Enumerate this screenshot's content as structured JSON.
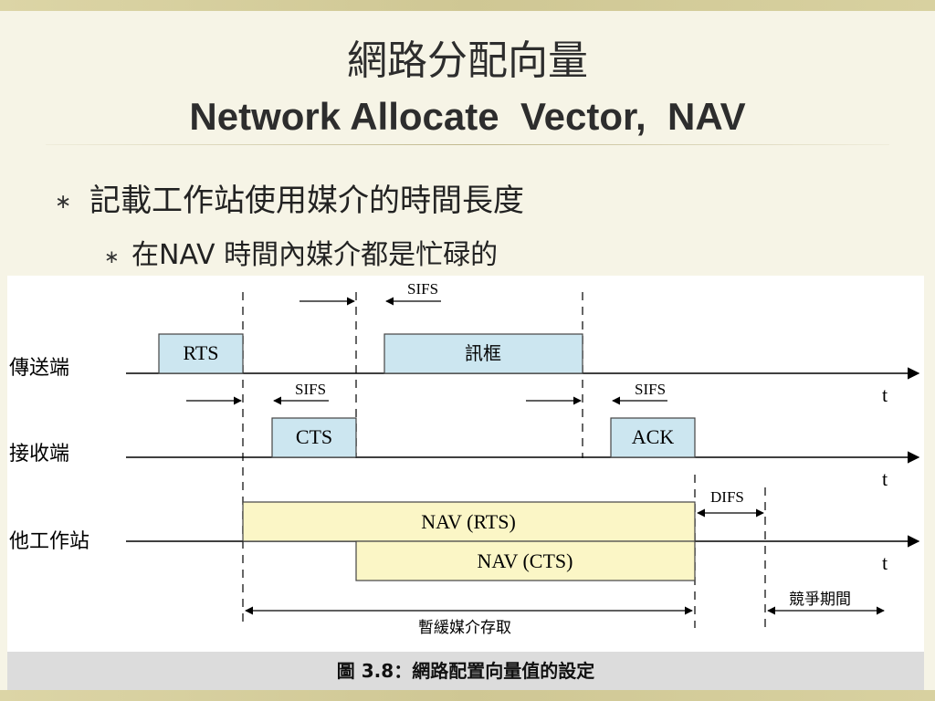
{
  "slide": {
    "title": "網路分配向量",
    "subtitle": "Network Allocate  Vector,  NAV",
    "bullet1": "記載工作站使用媒介的時間長度",
    "bullet1_marker": "∗",
    "bullet2": "在NAV 時間內媒介都是忙碌的",
    "bullet2_marker": "∗"
  },
  "figure": {
    "caption": "圖 3.8：網路配置向量值的設定",
    "rows": {
      "sender": "傳送端",
      "receiver": "接收端",
      "others": "他工作站"
    },
    "time_label": "t",
    "frames": {
      "rts": "RTS",
      "data": "訊框",
      "cts": "CTS",
      "ack": "ACK",
      "nav_rts": "NAV (RTS)",
      "nav_cts": "NAV (CTS)"
    },
    "intervals": {
      "sifs": "SIFS",
      "difs": "DIFS",
      "contention": "競爭期間",
      "defer": "暫緩媒介存取"
    }
  },
  "colors": {
    "frame_fill": "#cce6f0",
    "nav_fill": "#fbf6c6",
    "background": "#f6f4e6"
  }
}
